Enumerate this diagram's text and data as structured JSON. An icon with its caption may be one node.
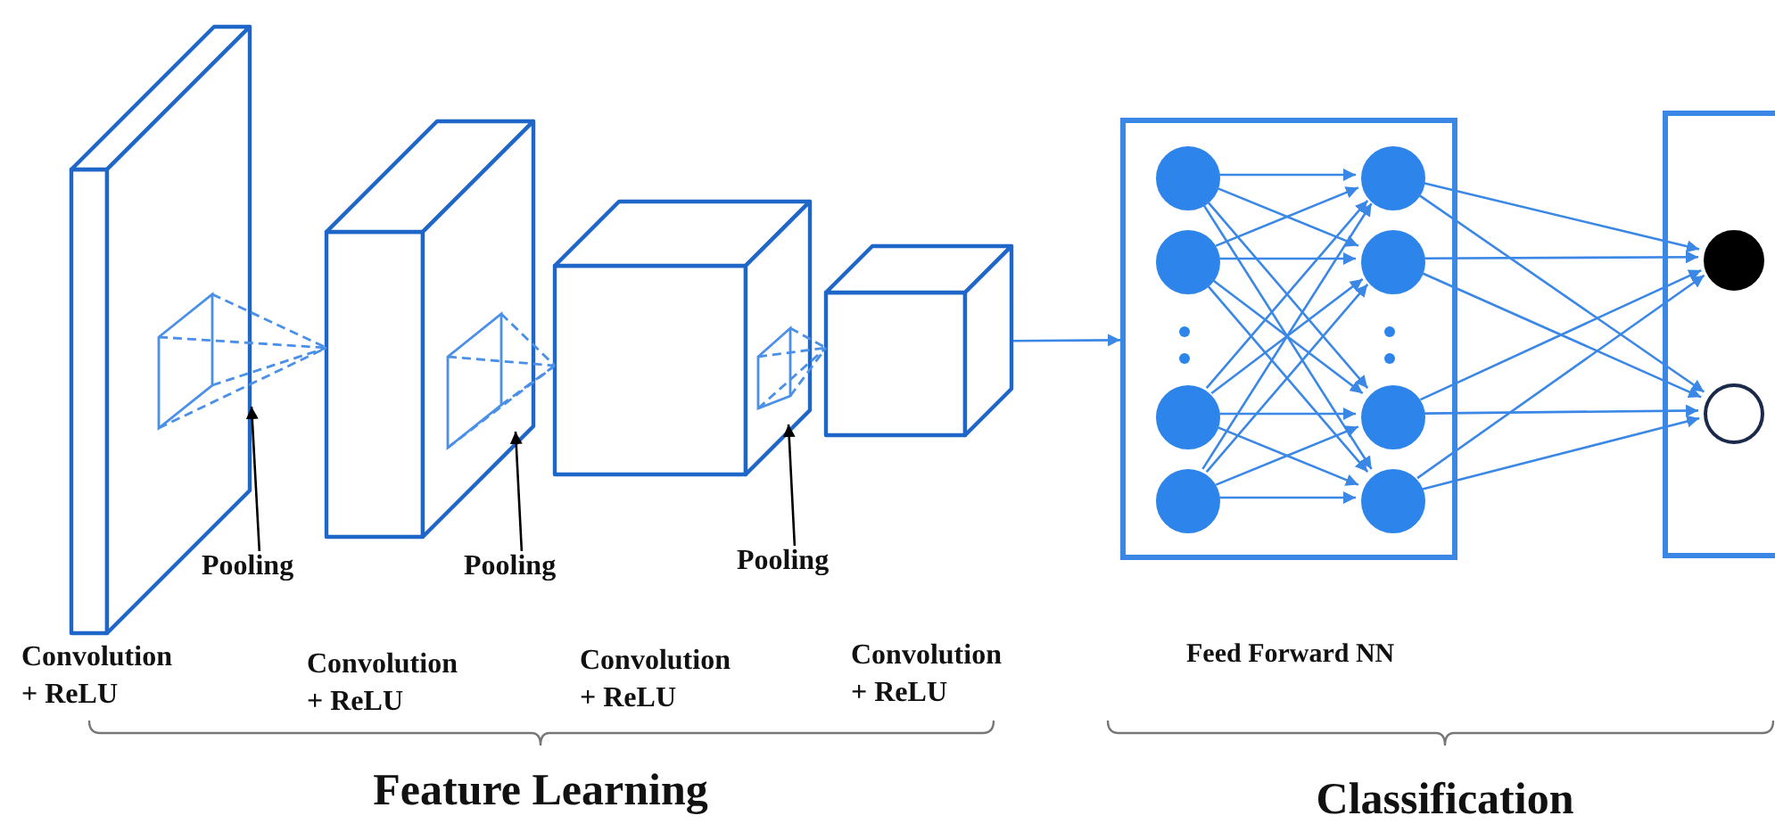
{
  "diagram": {
    "nodes": [
      {
        "text": [],
        "shape": "box"
      },
      {
        "text": [],
        "shape": "box"
      },
      {
        "text": [],
        "shape": "box"
      },
      {
        "text": [],
        "shape": "box"
      },
      {
        "text": [
          "Pooling"
        ]
      },
      {
        "text": [
          "Pooling"
        ]
      },
      {
        "text": [
          "Pooling"
        ]
      },
      {
        "text": [],
        "shape": "box",
        "beside": [
          "Feed Forward NN"
        ]
      },
      {
        "text": [],
        "shape": "circle",
        "in": 7
      },
      {
        "text": [],
        "shape": "circle",
        "in": 7
      },
      {
        "text": [],
        "shape": "circle",
        "in": 7
      },
      {
        "text": [],
        "shape": "circle",
        "in": 7
      },
      {
        "text": [],
        "shape": "circle",
        "in": 7
      },
      {
        "text": [],
        "shape": "circle",
        "in": 7
      },
      {
        "text": [],
        "shape": "circle",
        "in": 7
      },
      {
        "text": [],
        "shape": "circle",
        "in": 7
      },
      {
        "text": [],
        "shape": "box"
      },
      {
        "text": [],
        "shape": "circle",
        "in": 16
      },
      {
        "text": [],
        "shape": "circle",
        "in": 16
      }
    ],
    "edges": [
      {
        "from": 3,
        "to": 7,
        "arrow": "to"
      },
      {
        "from": 4,
        "to": 0,
        "arrow": "to",
        "color": "#000000"
      },
      {
        "from": 5,
        "to": 1,
        "arrow": "to",
        "color": "#000000"
      },
      {
        "from": 6,
        "to": 2,
        "arrow": "to",
        "color": "#000000"
      },
      {
        "from": 8,
        "to": 12,
        "arrow": "to"
      },
      {
        "from": 8,
        "to": 13,
        "arrow": "to"
      },
      {
        "from": 8,
        "to": 14,
        "arrow": "to"
      },
      {
        "from": 8,
        "to": 15,
        "arrow": "to"
      },
      {
        "from": 9,
        "to": 12,
        "arrow": "to"
      },
      {
        "from": 9,
        "to": 13,
        "arrow": "to"
      },
      {
        "from": 9,
        "to": 14,
        "arrow": "to"
      },
      {
        "from": 9,
        "to": 15,
        "arrow": "to"
      },
      {
        "from": 10,
        "to": 12,
        "arrow": "to"
      },
      {
        "from": 10,
        "to": 13,
        "arrow": "to"
      },
      {
        "from": 10,
        "to": 14,
        "arrow": "to"
      },
      {
        "from": 10,
        "to": 15,
        "arrow": "to"
      },
      {
        "from": 11,
        "to": 12,
        "arrow": "to"
      },
      {
        "from": 11,
        "to": 13,
        "arrow": "to"
      },
      {
        "from": 11,
        "to": 14,
        "arrow": "to"
      },
      {
        "from": 11,
        "to": 15,
        "arrow": "to"
      },
      {
        "from": 12,
        "to": 17,
        "arrow": "to"
      },
      {
        "from": 12,
        "to": 18,
        "arrow": "to"
      },
      {
        "from": 13,
        "to": 17,
        "arrow": "to"
      },
      {
        "from": 13,
        "to": 18,
        "arrow": "to"
      },
      {
        "from": 14,
        "to": 17,
        "arrow": "to"
      },
      {
        "from": 14,
        "to": 18,
        "arrow": "to"
      },
      {
        "from": 15,
        "to": 17,
        "arrow": "to"
      },
      {
        "from": 15,
        "to": 18,
        "arrow": "to"
      }
    ],
    "labels": [
      "Convolution + ReLU",
      "Convolution + ReLU",
      "Convolution + ReLU",
      "Convolution + ReLU",
      "Feature Learning",
      "Classification"
    ]
  }
}
